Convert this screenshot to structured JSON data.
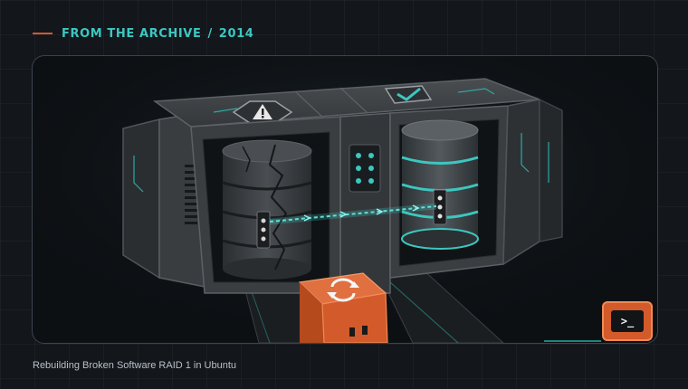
{
  "header": {
    "label": "FROM THE ARCHIVE",
    "separator": "/",
    "year": "2014"
  },
  "terminal_button": {
    "prompt": ">_"
  },
  "caption": {
    "text": "Rebuilding Broken Software RAID 1 in Ubuntu"
  },
  "colors": {
    "accent_teal": "#3cc7c0",
    "accent_orange": "#d35a2a",
    "background": "#13171c"
  },
  "icons": [
    "warning-icon",
    "checkmark-icon",
    "sync-icon",
    "terminal-icon"
  ]
}
